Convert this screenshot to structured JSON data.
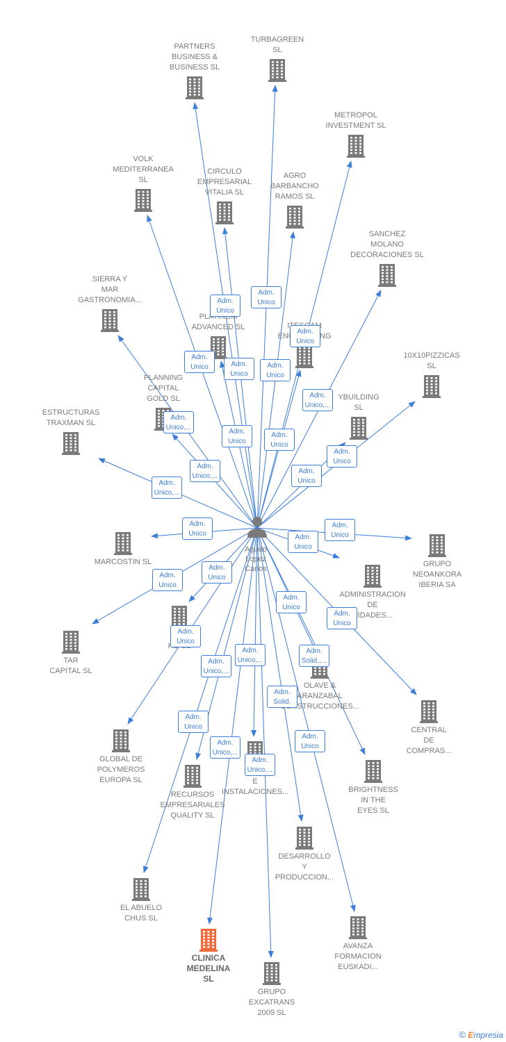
{
  "center": {
    "label": [
      "Agudo",
      "Lopez",
      "Carlos"
    ]
  },
  "colors": {
    "edge": "#3c7ed8",
    "building": "#7a7a7a",
    "focus": "#f26a3b"
  },
  "nodes": [
    {
      "id": "partners",
      "label": [
        "PARTNERS",
        "BUSINESS &",
        "BUSINESS  SL"
      ]
    },
    {
      "id": "turbagreen",
      "label": [
        "TURBAGREEN",
        "SL"
      ]
    },
    {
      "id": "metropol",
      "label": [
        "METROPOL",
        "INVESTMENT SL"
      ]
    },
    {
      "id": "volk",
      "label": [
        "VOLK",
        "MEDITERRANEA",
        "SL"
      ]
    },
    {
      "id": "circulo",
      "label": [
        "CIRCULO",
        "EMPRESARIAL",
        "VITALIA  SL"
      ]
    },
    {
      "id": "agro",
      "label": [
        "AGRO",
        "BARBANCHO",
        "RAMOS  SL"
      ]
    },
    {
      "id": "sanchez",
      "label": [
        "SANCHEZ",
        "MOLANO",
        "DECORACIONES SL"
      ]
    },
    {
      "id": "sierra",
      "label": [
        "SIERRA Y",
        "MAR",
        "GASTRONOMIA..."
      ]
    },
    {
      "id": "platinum",
      "label": [
        "GI",
        "PLATINUM",
        "ADVANCED  SL"
      ]
    },
    {
      "id": "itesgam",
      "label": [
        "ITESGAM",
        "ENGINEERING"
      ]
    },
    {
      "id": "pizzicas",
      "label": [
        "10X10PIZZICAS",
        "SL"
      ]
    },
    {
      "id": "planning",
      "label": [
        "PLANNING",
        "CAPITAL",
        "GOLD  SL"
      ]
    },
    {
      "id": "ybuilding",
      "label": [
        "YBUILDING",
        "SL"
      ]
    },
    {
      "id": "estructuras",
      "label": [
        "ESTRUCTURAS",
        "TRAXMAN  SL"
      ]
    },
    {
      "id": "marcostin",
      "label": [
        "MARCOSTIN SL"
      ]
    },
    {
      "id": "neoankora",
      "label": [
        "GRUPO",
        "NEOANKORA",
        "IBERIA SA"
      ]
    },
    {
      "id": "administracion",
      "label": [
        "ADMINISTRACION",
        "DE",
        "VIDADES..."
      ]
    },
    {
      "id": "enhd",
      "label": [
        "EN",
        "HD  SL"
      ]
    },
    {
      "id": "tar",
      "label": [
        "TAR",
        "CAPITAL  SL"
      ]
    },
    {
      "id": "olave",
      "label": [
        "OLAVE &",
        "ARANZABAL",
        "CONSTRUCCIONES..."
      ]
    },
    {
      "id": "central",
      "label": [
        "CENTRAL",
        "DE",
        "COMPRAS..."
      ]
    },
    {
      "id": "global",
      "label": [
        "GLOBAL DE",
        "POLYMEROS",
        "EUROPA  SL"
      ]
    },
    {
      "id": "fabr",
      "label": [
        "FABR",
        "E",
        "INSTALACIONES..."
      ]
    },
    {
      "id": "recursos",
      "label": [
        "RECURSOS",
        "EMPRESARIALES",
        "QUALITY  SL"
      ]
    },
    {
      "id": "brightness",
      "label": [
        "BRIGHTNESS",
        "IN THE",
        "EYES  SL"
      ]
    },
    {
      "id": "desarrollo",
      "label": [
        "DESARROLLO",
        "Y",
        "PRODUCCION..."
      ]
    },
    {
      "id": "abuelo",
      "label": [
        "EL ABUELO",
        "CHUS  SL"
      ]
    },
    {
      "id": "avanza",
      "label": [
        "AVANZA",
        "FORMACION",
        "EUSKADI..."
      ]
    },
    {
      "id": "clinica",
      "label": [
        "CLINICA",
        "MEDELINA",
        "SL"
      ],
      "focus": true
    },
    {
      "id": "excatrans",
      "label": [
        "GRUPO",
        "EXCATRANS",
        "2009  SL"
      ]
    }
  ],
  "badges": [
    {
      "lines": [
        "Adm.",
        "Unico"
      ]
    },
    {
      "lines": [
        "Adm.",
        "Unico"
      ]
    },
    {
      "lines": [
        "Adm.",
        "Unico"
      ]
    },
    {
      "lines": [
        "Adm.",
        "Unico"
      ]
    },
    {
      "lines": [
        "Adm.",
        "Unico"
      ]
    },
    {
      "lines": [
        "Adm.",
        "Unico"
      ]
    },
    {
      "lines": [
        "Adm.",
        "Unico,..."
      ]
    },
    {
      "lines": [
        "Adm.",
        "Unico,..."
      ]
    },
    {
      "lines": [
        "Adm.",
        "Unico"
      ]
    },
    {
      "lines": [
        "Adm.",
        "Unico"
      ]
    },
    {
      "lines": [
        "Adm.",
        "Unico"
      ]
    },
    {
      "lines": [
        "Adm.",
        "Unico"
      ]
    },
    {
      "lines": [
        "Adm.",
        "Unico,..."
      ]
    },
    {
      "lines": [
        "Adm.",
        "Unico,..."
      ]
    },
    {
      "lines": [
        "Adm.",
        "Unico"
      ]
    },
    {
      "lines": [
        "Adm.",
        "Unico"
      ]
    },
    {
      "lines": [
        "Adm.",
        "Unico"
      ]
    },
    {
      "lines": [
        "Adm.",
        "Unico"
      ]
    },
    {
      "lines": [
        "Adm.",
        "Unico"
      ]
    },
    {
      "lines": [
        "Adm.",
        "Unico"
      ]
    },
    {
      "lines": [
        "Adm.",
        "Unico"
      ]
    },
    {
      "lines": [
        "Adm.",
        "Unico"
      ]
    },
    {
      "lines": [
        "Adm.",
        "Unico,..."
      ]
    },
    {
      "lines": [
        "Adm.",
        "Unico,..."
      ]
    },
    {
      "lines": [
        "Adm.",
        "Solid.,..."
      ]
    },
    {
      "lines": [
        "Adm.",
        "Solid."
      ]
    },
    {
      "lines": [
        "Adm.",
        "Unico"
      ]
    },
    {
      "lines": [
        "Adm.",
        "Unico,..."
      ]
    },
    {
      "lines": [
        "Adm.",
        "Unico,..."
      ]
    },
    {
      "lines": [
        "Adm.",
        "Unico"
      ]
    }
  ],
  "footer": {
    "copyright": "©",
    "brand_first": "E",
    "brand_rest": "mpresia"
  }
}
